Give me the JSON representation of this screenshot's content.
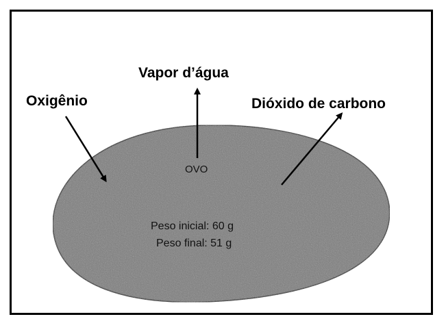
{
  "labels": {
    "vapor": "Vapor d’água",
    "oxigenio": "Oxigênio",
    "dioxido": "Dióxido de carbono",
    "ovo": "OVO",
    "peso_inicial": "Peso inicial: 60 g",
    "peso_final": "Peso final: 51 g"
  },
  "colors": {
    "egg_fill": "#7a7a7a",
    "ink": "#000000",
    "background": "#ffffff"
  }
}
